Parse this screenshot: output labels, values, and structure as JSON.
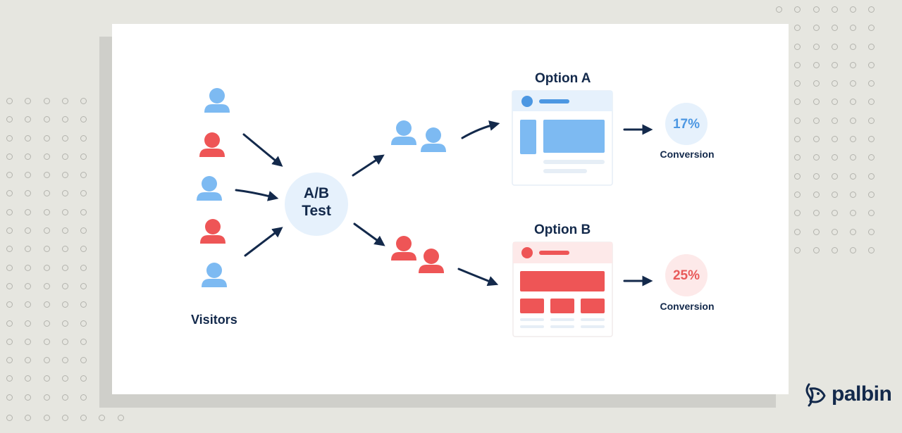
{
  "diagram": {
    "visitors_label": "Visitors",
    "test_label_line1": "A/B",
    "test_label_line2": "Test",
    "option_a": {
      "title": "Option A",
      "rate": "17%",
      "caption": "Conversion"
    },
    "option_b": {
      "title": "Option B",
      "rate": "25%",
      "caption": "Conversion"
    }
  },
  "brand": {
    "name": "palbin"
  },
  "colors": {
    "blue": "#7dbaf2",
    "red": "#ee5556",
    "navy": "#13294b",
    "light_blue": "#e6f1fc",
    "light_red": "#fde9e9"
  },
  "icons": [
    "person-icon",
    "arrow-icon",
    "browser-mockup-icon",
    "palbin-logo-icon"
  ]
}
